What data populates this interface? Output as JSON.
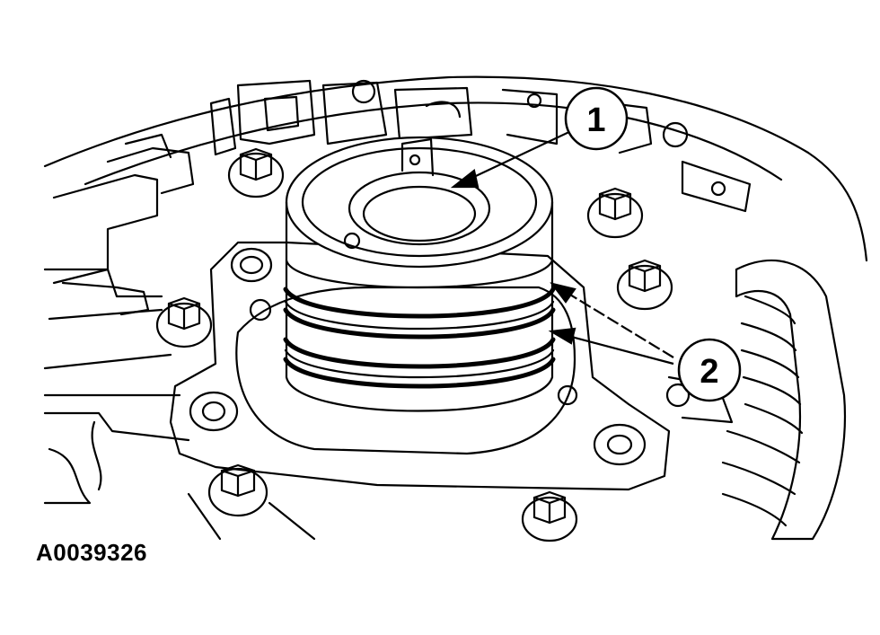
{
  "figure": {
    "id_label": "A0039326",
    "callouts": [
      {
        "label": "1"
      },
      {
        "label": "2"
      }
    ],
    "colors": {
      "line": "#000000",
      "background": "#ffffff"
    }
  }
}
